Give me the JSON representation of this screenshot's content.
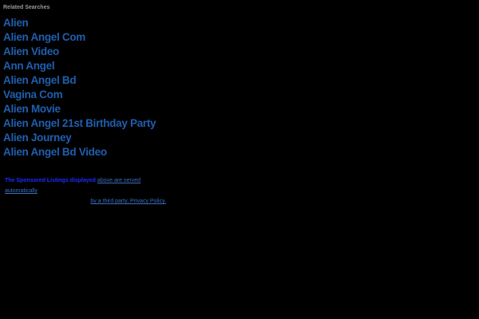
{
  "header": {
    "title": "Related Searches"
  },
  "links": [
    "Alien",
    "Alien Angel Com",
    "Alien Video",
    "Ann Angel",
    "Alien Angel Bd",
    "Vagina Com",
    "Alien Movie",
    "Alien Angel 21st Birthday Party",
    "Alien Journey",
    "Alien Angel Bd Video"
  ],
  "footer": {
    "lead": "The Sponsored Listings displayed",
    "link1": "above are served automatically",
    "link2": "by a third party, Privacy Policy."
  }
}
